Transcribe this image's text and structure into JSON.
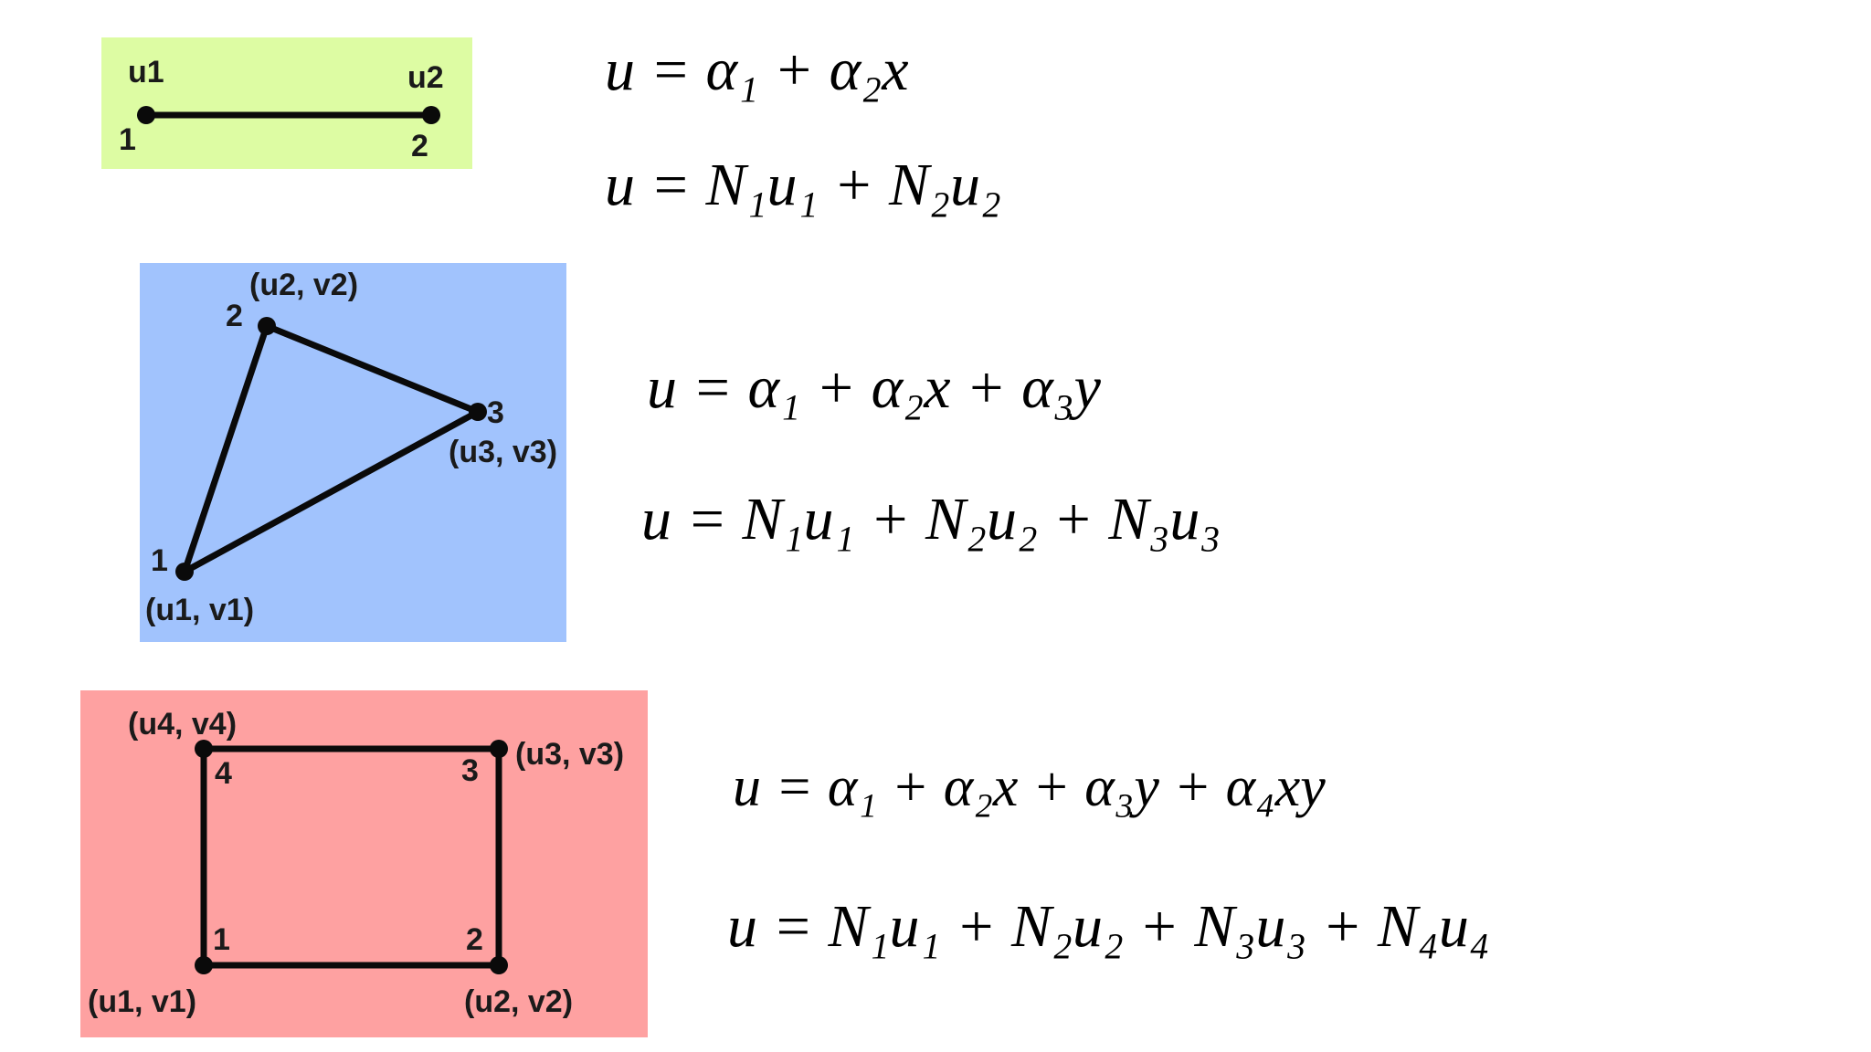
{
  "colors": {
    "line_panel": "#ddfca3",
    "triangle_panel": "#a1c3fd",
    "quad_panel": "#fea1a1",
    "stroke": "#0a0a0a"
  },
  "line_element": {
    "node_1": {
      "number": "1",
      "dof": "u1"
    },
    "node_2": {
      "number": "2",
      "dof": "u2"
    }
  },
  "triangle_element": {
    "node_1": {
      "number": "1",
      "coords": "(u1, v1)"
    },
    "node_2": {
      "number": "2",
      "coords": "(u2, v2)"
    },
    "node_3": {
      "number": "3",
      "coords": "(u3, v3)"
    }
  },
  "quad_element": {
    "node_1": {
      "number": "1",
      "coords": "(u1, v1)"
    },
    "node_2": {
      "number": "2",
      "coords": "(u2, v2)"
    },
    "node_3": {
      "number": "3",
      "coords": "(u3, v3)"
    },
    "node_4": {
      "number": "4",
      "coords": "(u4, v4)"
    }
  },
  "equations": {
    "line_poly": "u = α₁ + α₂x",
    "line_shape": "u = N₁u₁ + N₂u₂",
    "tri_poly": "u = α₁ + α₂x + α₃y",
    "tri_shape": "u = N₁u₁ + N₂u₂ + N₃u₃",
    "quad_poly": "u = α₁ + α₂x + α₃y + α₄xy",
    "quad_shape": "u = N₁u₁ + N₂u₂ + N₃u₃ + N₄u₄"
  }
}
